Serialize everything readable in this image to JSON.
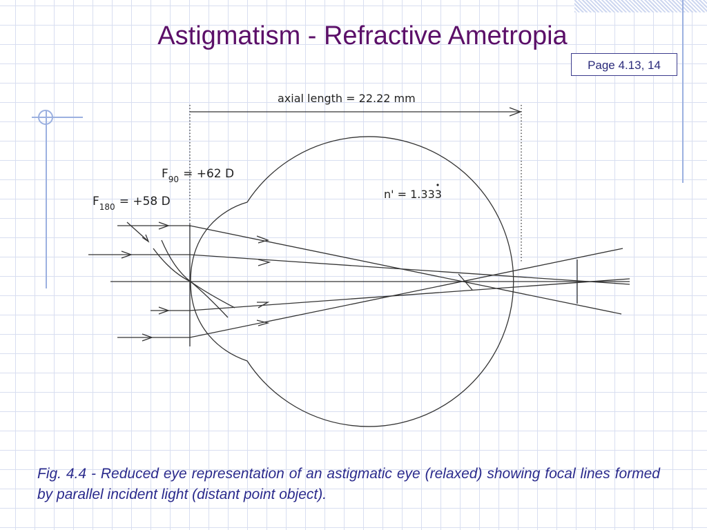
{
  "slide": {
    "title": "Astigmatism - Refractive Ametropia",
    "page_ref": "Page 4.13, 14",
    "caption": "Fig. 4.4 - Reduced eye representation of an astigmatic eye (relaxed) showing focal lines formed by parallel incident light (distant point object)."
  },
  "diagram": {
    "axial_length_label": "axial length = 22.22 mm",
    "f90": {
      "symbol": "F",
      "subscript": "90",
      "value": "= +62 D"
    },
    "f180": {
      "symbol": "F",
      "subscript": "180",
      "value": "= +58 D"
    },
    "index_label": "n' = 1.333"
  },
  "colors": {
    "title": "#5b0f68",
    "caption": "#2a2a8c",
    "page_ref_border": "#3a3a8c",
    "grid": "#d8def0",
    "accent_line": "#9bb0e0",
    "drawing": "#333333"
  }
}
